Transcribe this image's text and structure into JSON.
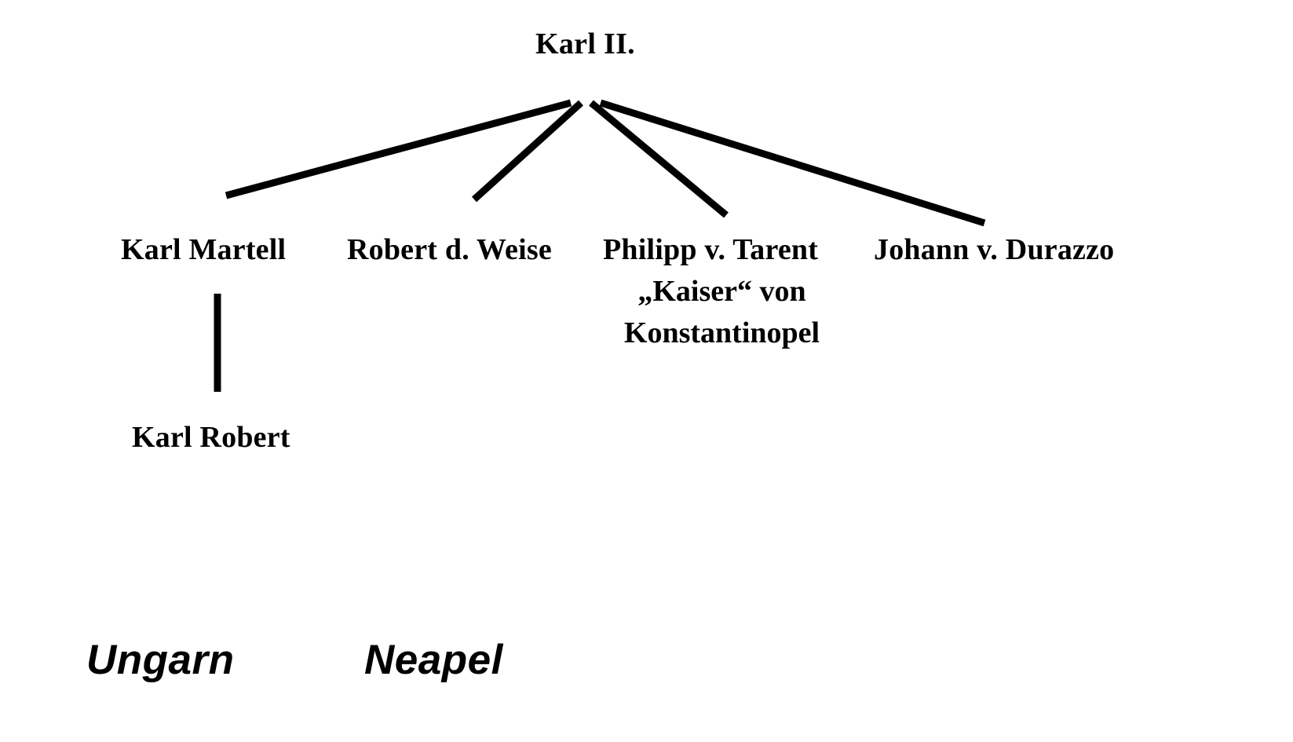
{
  "diagram": {
    "title": "Karl II.",
    "type": "family-tree",
    "background_color": "#ffffff",
    "line_color": "#000000",
    "text_color": "#000000"
  },
  "root": {
    "label": "Karl II."
  },
  "children": [
    {
      "label": "Karl Martell"
    },
    {
      "label": "Robert d. Weise"
    },
    {
      "label": "Philipp v. Tarent",
      "sub_line_1": "„Kaiser“ von",
      "sub_line_2": "Konstantinopel"
    },
    {
      "label": "Johann v. Durazzo"
    }
  ],
  "grandchildren": [
    {
      "label": "Karl Robert",
      "parent": "Karl Martell"
    }
  ],
  "realms": [
    {
      "label": "Ungarn"
    },
    {
      "label": "Neapel"
    }
  ]
}
